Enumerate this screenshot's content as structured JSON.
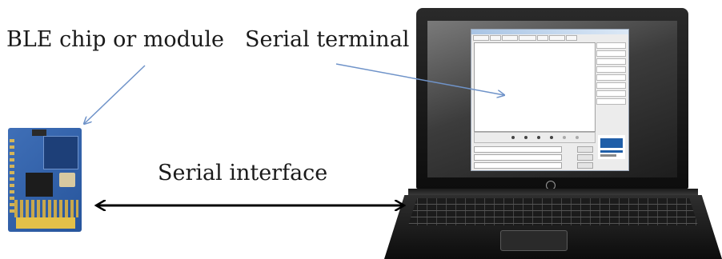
{
  "labels": {
    "ble": "BLE chip or module",
    "terminal": "Serial terminal",
    "serial_interface": "Serial interface"
  },
  "colors": {
    "pointer_arrow": "#6f93c9",
    "double_arrow": "#000000"
  }
}
